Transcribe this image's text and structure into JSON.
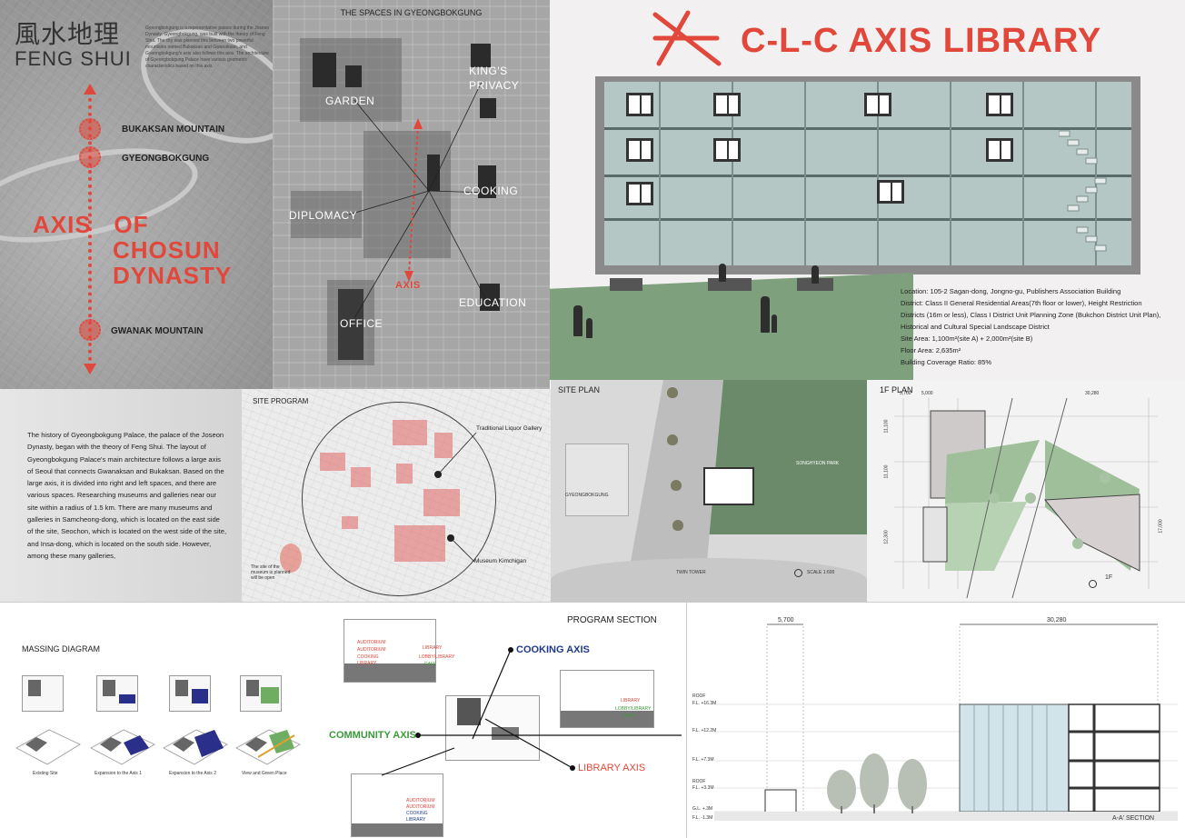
{
  "fengshui": {
    "title_cn": "風水地理",
    "title_en": "FENG SHUI",
    "paragraph": "Gyeongbokgung is a representative palace during the Joseon Dynasty. Gyeongbokgung, was built with the theory of Feng Shui. The city was planned this between two powerful mountains named Bukaksan and Gwanaksan, and Gyeongbokgung's axis also follows this axis. The architecture of Gyeongbokgung Palace have various geometric characteristics based on this axis.",
    "pins": [
      "BUKAKSAN MOUNTAIN",
      "GYEONGBOKGUNG",
      "GWANAK MOUNTAIN"
    ],
    "axis_lines": [
      "AXIS   OF",
      "CHOSUN",
      "DYNASTY"
    ]
  },
  "spaces": {
    "title": "THE SPACES IN GYEONGBOKGUNG",
    "labels": {
      "garden": "GARDEN",
      "kings_privacy": "KING'S PRIVACY",
      "diplomacy": "DIPLOMACY",
      "cooking": "COOKING",
      "axis": "AXIS",
      "education": "EDUCATION",
      "office": "OFFICE"
    }
  },
  "title_panel": {
    "title": "C-L-C AXIS LIBRARY",
    "info": [
      "Location: 105-2 Sagan-dong, Jongno-gu, Publishers Association Building",
      "District: Class II General Residential Areas(7th floor or lower), Height Restriction",
      "Districts (16m or less), Class I District Unit Planning Zone (Bukchon District Unit Plan),",
      "Historical and Cultural Special Landscape District",
      "Site Area: 1,100m²(site A) + 2,000m²(site B)",
      "Floor Area: 2,635m²",
      "Building Coverage Ratio: 85%"
    ]
  },
  "history": {
    "text": "The history of Gyeongbokgung Palace, the palace of the Joseon Dynasty, began with the theory of Feng Shui. The layout of Gyeongbokgung Palace's main architecture follows a large axis of Seoul that connects Gwanaksan and Bukaksan. Based on the large axis, it is divided into right and left spaces, and there are various spaces. Researching museums and galleries near our site within a radius of 1.5 km. There are many museums and galleries in Samcheong-dong, which is located on the east side of the site, Seochon, which is located on the west side of the site, and Insa-dong, which is located on the south side. However, among these many galleries,"
  },
  "program": {
    "title": "SITE PROGRAM",
    "gallery": "Traditional Liquor Gallery",
    "museum": "Museum Kimchigan",
    "site_note": "The site of the museum is planned will be open"
  },
  "siteplan": {
    "title": "SITE PLAN",
    "gyeongbokgung": "GYEONGBOKGUNG",
    "park": "SONGHYEON PARK",
    "twin": "TWIN TOWER",
    "scale": "SCALE 1:600"
  },
  "plan1f": {
    "title": "1F PLAN",
    "dims_top": [
      "5,700",
      "5,000",
      "30,280"
    ],
    "dims_left": [
      "11,100",
      "11,100",
      "12,300"
    ],
    "dim_right": "17,000",
    "label": "1F"
  },
  "massing": {
    "title": "MASSING DIAGRAM",
    "captions": [
      "Existing Site",
      "Expansion to the Axis 1",
      "Expansion to the Axis 2",
      "View and Green Place"
    ]
  },
  "section": {
    "title": "PROGRAM SECTION",
    "cooking_axis": "COOKING AXIS",
    "community_axis": "COMMUNITY AXIS",
    "library_axis": "LIBRARY AXIS",
    "box_left": [
      "AUDITORIUM",
      "AUDITORIUM",
      "COOKING",
      "LIBRARY"
    ],
    "box_mid": [
      "LIBRARY",
      "LOBBY/LIBRARY",
      "CAFE"
    ],
    "box_right": [
      "LIBRARY",
      "LOBBY/LIBRARY",
      "CAFE"
    ],
    "box_bottom": [
      "AUDITORIUM",
      "AUDITORIUM",
      "COOKING",
      "LIBRARY"
    ]
  },
  "aa_section": {
    "dim_left": "5,700",
    "dim_right": "30,280",
    "levels": [
      "ROOF",
      "F.L. +16.3M",
      "F.L. +12.2M",
      "F.L. +7.3M",
      "ROOF",
      "F.L. +3.3M",
      "G.L. +.3M",
      "F.L. -1.3M"
    ],
    "caption": "A-A' SECTION"
  },
  "colors": {
    "accent": "#e1473a",
    "green": "#3a9a3a",
    "navy": "#1f3a8a"
  }
}
